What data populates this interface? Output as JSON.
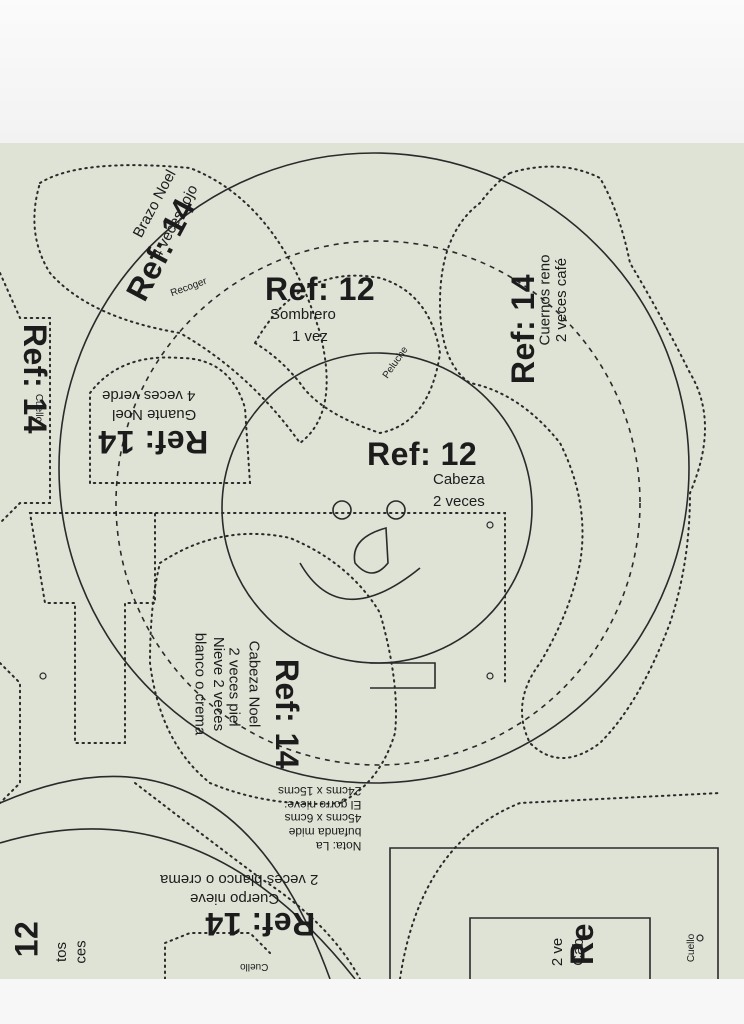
{
  "pieces": {
    "brazo_noel": {
      "ref": "Ref: 14",
      "name": "Brazo Noel",
      "qty": "4 veces rojo"
    },
    "sombrero": {
      "ref": "Ref: 12",
      "name": "Sombrero",
      "qty": "1 vez",
      "recoger": "Recoger",
      "peluche": "Peluche"
    },
    "guante_noel": {
      "ref": "Ref: 14",
      "name": "Guante Noel",
      "qty": "4 veces verde",
      "cuello": "Cuello"
    },
    "cuernos_reno": {
      "ref": "Ref: 14",
      "name": "Cuernos reno",
      "qty": "2 veces café"
    },
    "cabeza": {
      "ref": "Ref: 12",
      "name": "Cabeza",
      "qty": "2 veces"
    },
    "cabeza_noel": {
      "ref": "Ref: 14",
      "name": "Cabeza Noel",
      "qty1": "2 veces piel",
      "qty2": "Nieve 2 veces",
      "qty3": "blanco o crema"
    },
    "nota": {
      "l1": "Nota: La",
      "l2": "bufanda mide",
      "l3": "45cms x 6cms",
      "l4": "El gorro nieve:",
      "l5": "24cms x 15cms"
    },
    "cuerpo_nieve": {
      "ref": "Ref: 14",
      "name": "Cuerpo nieve",
      "qty": "2 veces blanco o crema",
      "cuello": "Cuello"
    },
    "left_edge": {
      "ref_top": "Ref: 14",
      "ref_bottom": "12",
      "word1": "tos",
      "word2": "ces"
    },
    "right_edge": {
      "ref": "Re",
      "l1": "Cab",
      "l2": "2 ve",
      "cuello": "Cuello"
    }
  }
}
